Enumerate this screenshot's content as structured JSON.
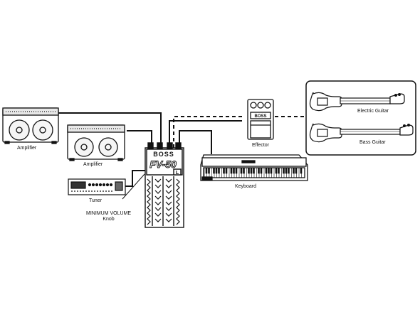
{
  "labels": {
    "amplifier_1": "Amplifier",
    "amplifier_2": "Amplifier",
    "tuner": "Tuner",
    "min_volume_line1": "MINIMUM VOLUME",
    "min_volume_line2": "Knob",
    "effector": "Effector",
    "keyboard": "Keyboard",
    "electric_guitar": "Electric Guitar",
    "bass_guitar": "Bass Guitar",
    "pedal_brand": "BOSS",
    "pedal_model": "FV-50",
    "pedal_mode": "L",
    "effector_brand": "BOSS"
  }
}
